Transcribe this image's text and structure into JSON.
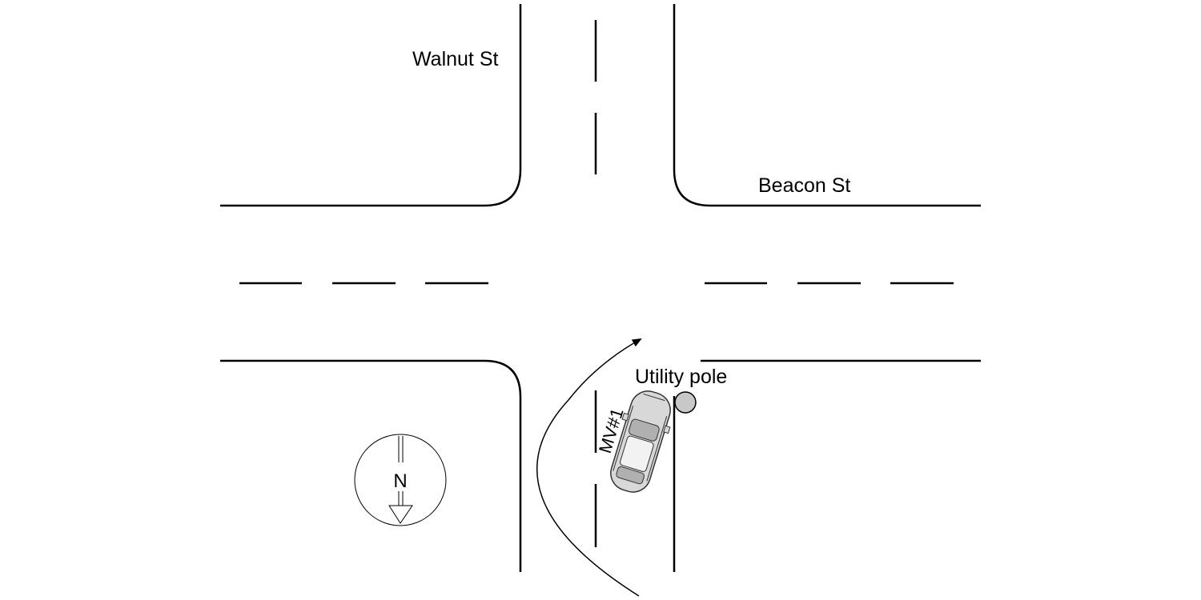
{
  "streets": {
    "north_south": "Walnut St",
    "east_west": "Beacon St"
  },
  "annotations": {
    "utility_pole": "Utility pole",
    "vehicle": "MV#1"
  },
  "compass": {
    "letter": "N"
  },
  "colors": {
    "lines": "#000000",
    "vehicle_body": "#d8d8d8",
    "vehicle_glass": "#b0b0b0",
    "pole_fill": "#c8c8c8"
  }
}
